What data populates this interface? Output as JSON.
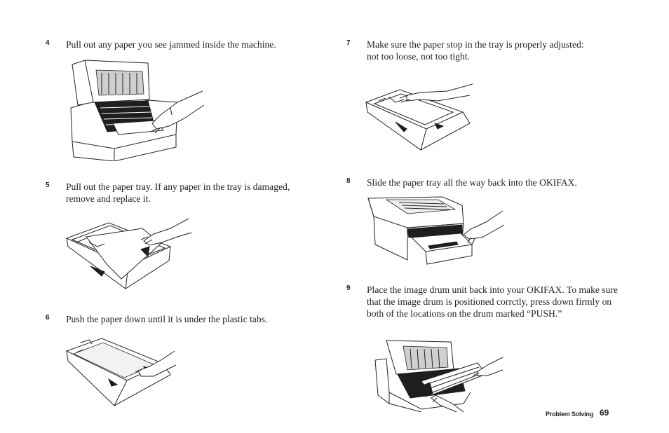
{
  "steps": [
    {
      "number": "4",
      "text": "Pull out any paper you see jammed inside the machine."
    },
    {
      "number": "5",
      "text": "Pull out the paper tray. If any paper in the tray is damaged, remove and replace it."
    },
    {
      "number": "6",
      "text": "Push the paper down until it is under the plastic tabs."
    },
    {
      "number": "7",
      "text": "Make sure the paper stop in the tray is properly adjusted: not too loose, not too tight."
    },
    {
      "number": "8",
      "text": "Slide the paper tray all the way back into the OKIFAX."
    },
    {
      "number": "9",
      "text": "Place the image drum unit back into your OKIFAX. To make sure that the image drum is positioned corrctly, press down firmly on both of the locations on the drum marked “PUSH.”"
    }
  ],
  "figures": [
    {
      "icon": "open-fax-removing-paper-illustration"
    },
    {
      "icon": "paper-tray-remove-paper-illustration"
    },
    {
      "icon": "paper-tray-push-paper-illustration"
    },
    {
      "icon": "paper-tray-paper-stop-illustration"
    },
    {
      "icon": "tray-insert-illustration"
    },
    {
      "icon": "image-drum-insert-illustration"
    }
  ],
  "footer": {
    "section": "Problem Solving",
    "page": "69"
  }
}
